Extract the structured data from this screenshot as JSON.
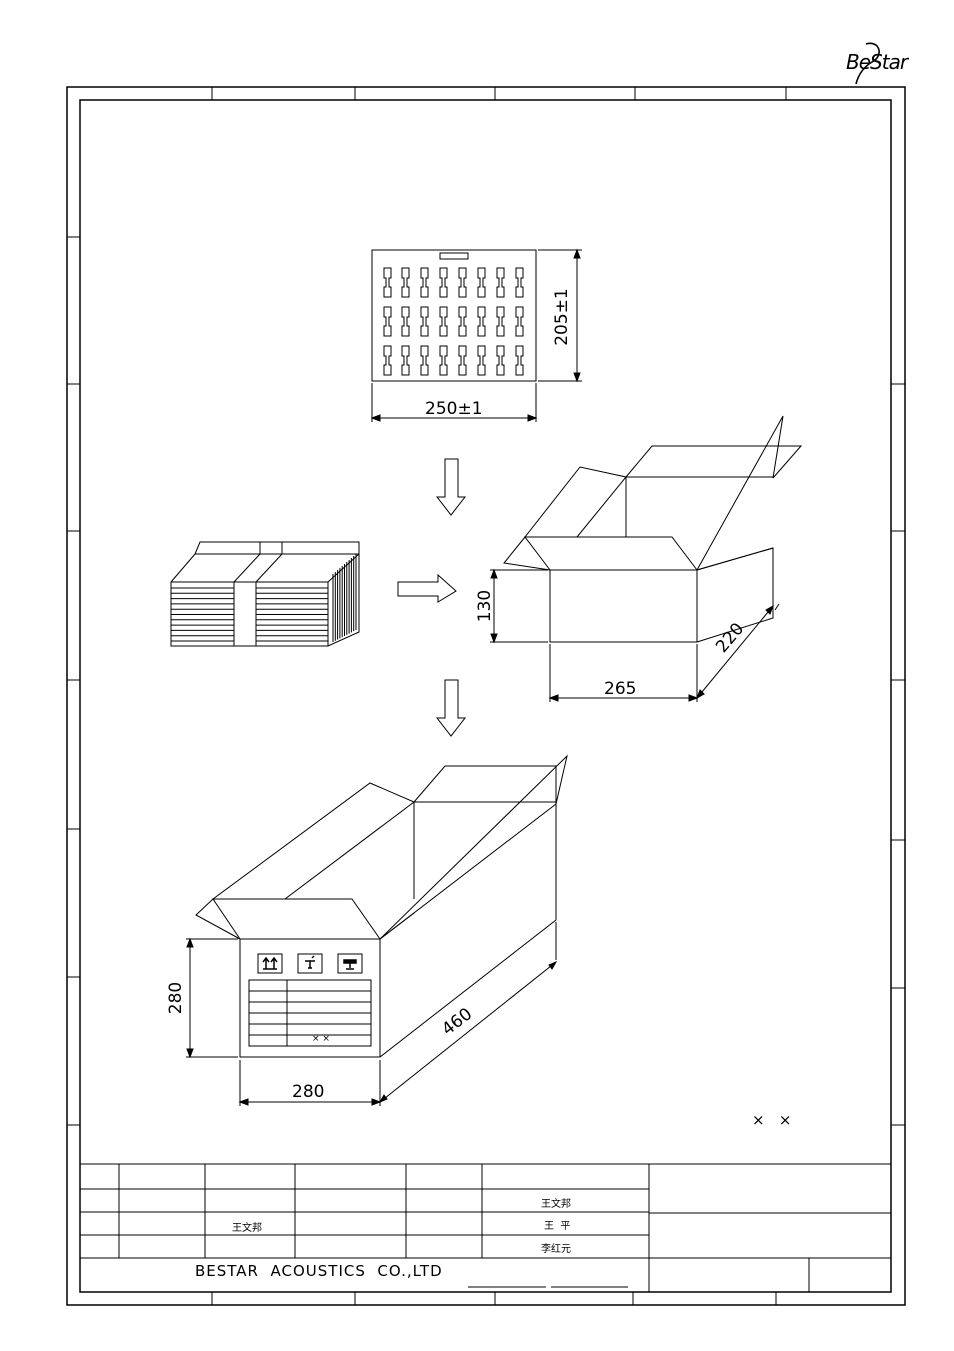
{
  "header": {
    "logo_text": "BeStar"
  },
  "tray": {
    "width_dim": "250±1",
    "height_dim": "205±1"
  },
  "inner_box": {
    "height_dim": "130",
    "length_dim": "265",
    "depth_dim": "220"
  },
  "outer_box": {
    "height_dim": "280",
    "width_dim": "280",
    "length_dim": "460",
    "label_marks": "× ×"
  },
  "notes": {
    "marks": "×   ×"
  },
  "title_block": {
    "row1_designer": "王文邦",
    "row2_name_left": "王文邦",
    "row2_name_right": "王  平",
    "row3_name_right": "李红元",
    "company": "BESTAR  ACOUSTICS  CO.,LTD"
  }
}
